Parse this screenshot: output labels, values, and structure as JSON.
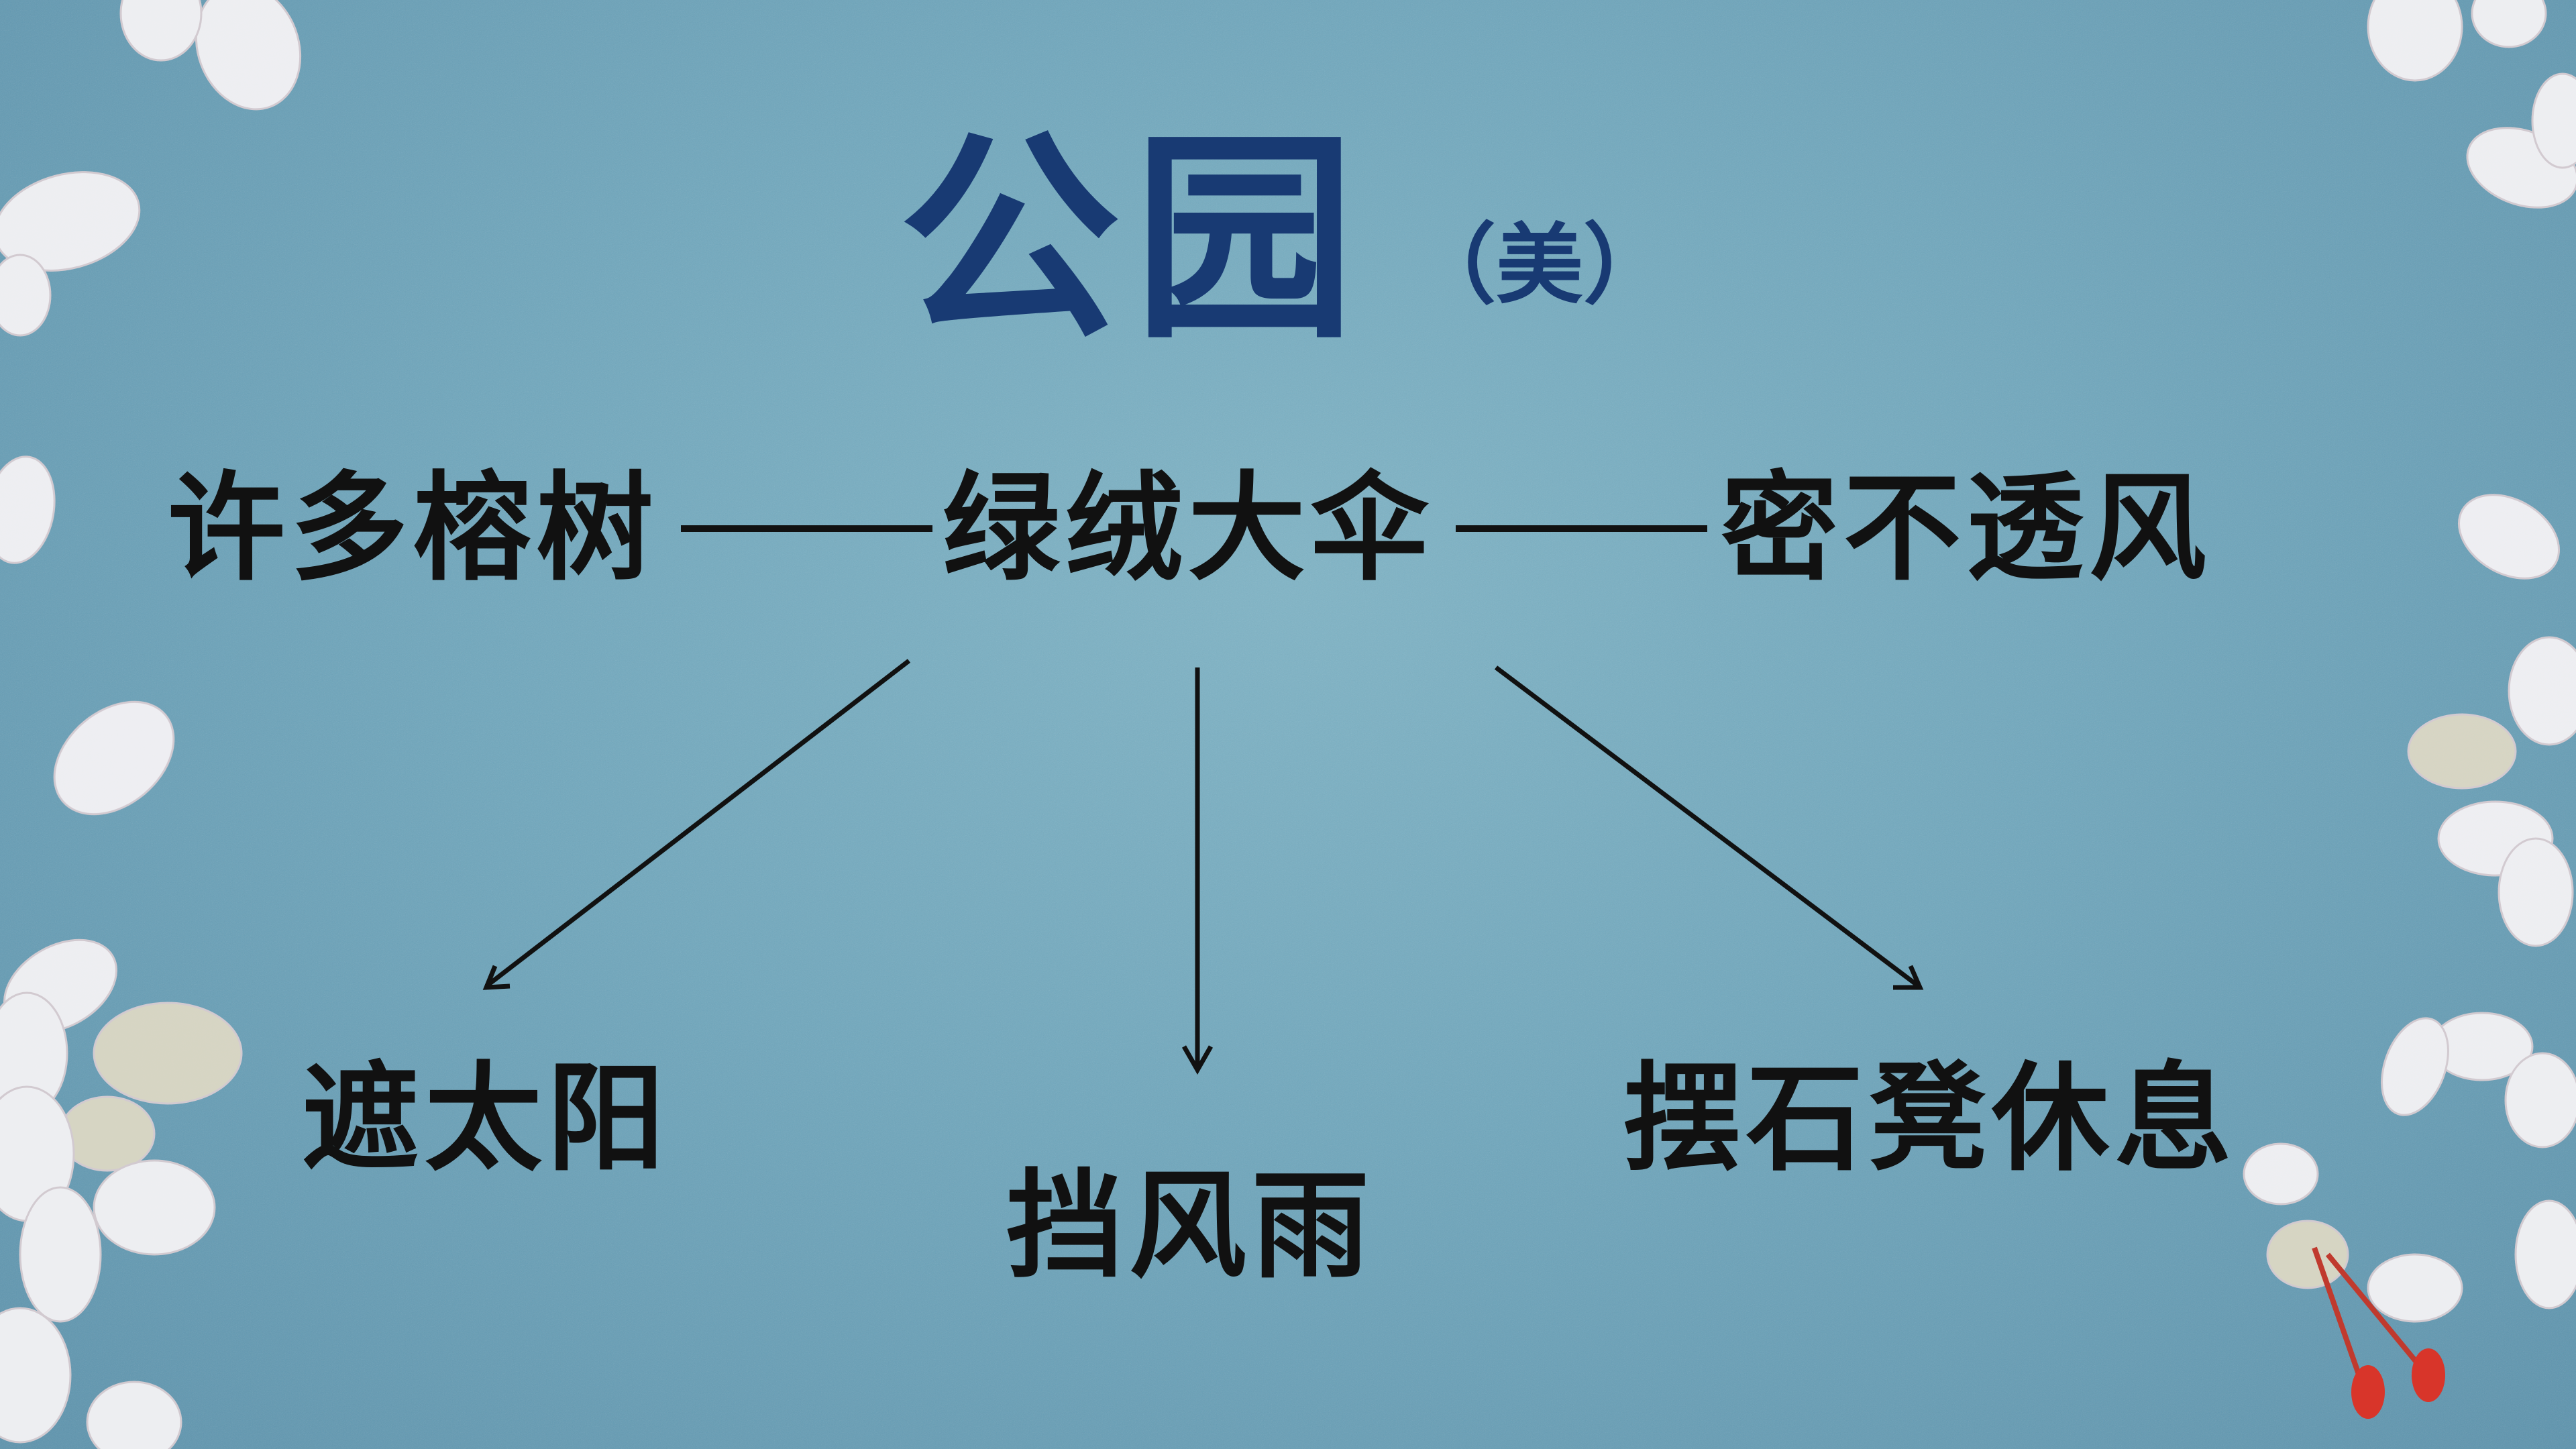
{
  "title": "公园",
  "subtitle": "（美）",
  "chain": {
    "left": "许多榕树",
    "center": "绿绒大伞",
    "right": "密不透风"
  },
  "branches": {
    "left": "遮太阳",
    "middle": "挡风雨",
    "right": "摆石凳休息"
  },
  "colors": {
    "background": "#6fa7bd",
    "title": "#183a73",
    "text": "#111111",
    "petal": "#f4f1f3"
  },
  "icons": {
    "decoration": "cherry-blossom-petals"
  }
}
